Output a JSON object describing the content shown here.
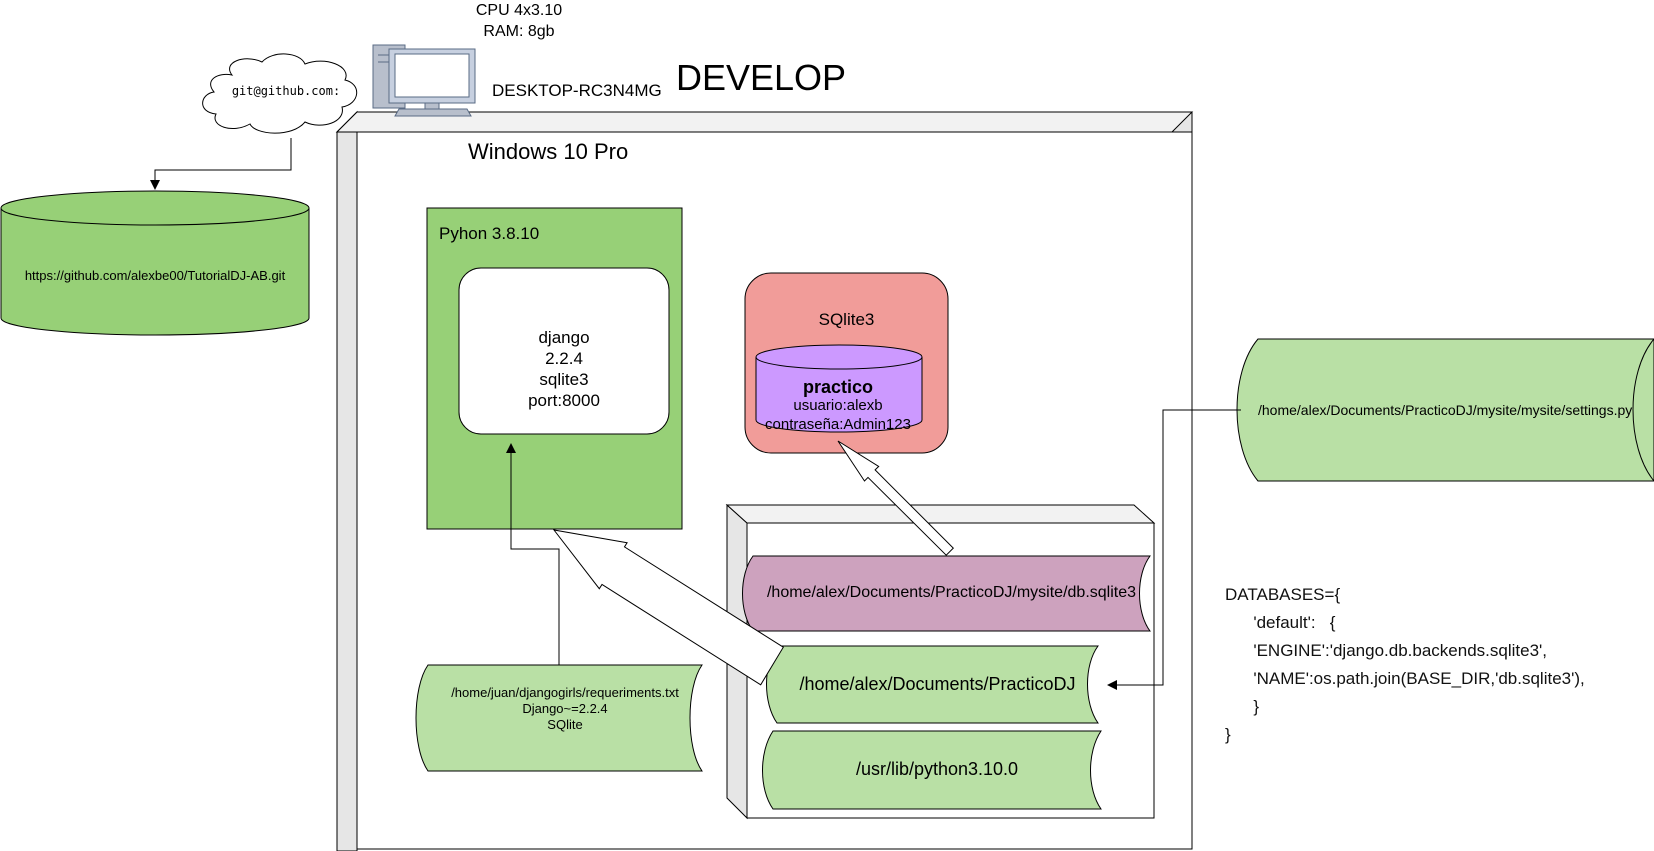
{
  "host": {
    "cpu": "CPU 4x3.10",
    "ram": "RAM: 8gb",
    "hostname": "DESKTOP-RC3N4MG",
    "environment": "DEVELOP",
    "os": "Windows 10 Pro"
  },
  "git": {
    "remote_label": "git@github.com:",
    "repository_url": "https://github.com/alexbe00/TutorialDJ-AB.git"
  },
  "python_env": {
    "title": "Pyhon 3.8.10",
    "packages": [
      "django",
      "2.2.4",
      "sqlite3",
      "port:8000"
    ]
  },
  "database": {
    "engine_label": "SQlite3",
    "name": "practico",
    "user": "usuario:alexb",
    "password": "contraseña:Admin123"
  },
  "requirements": {
    "path": "/home/juan/djangogirls/requeriments.txt",
    "lines": [
      "Django~=2.2.4",
      "SQlite"
    ]
  },
  "filesystem": {
    "db_file": "/home/alex/Documents/PracticoDJ/mysite/db.sqlite3",
    "project_dir": "/home/alex/Documents/PracticoDJ",
    "python_dir": "/usr/lib/python3.10.0"
  },
  "settings": {
    "path": "/home/alex/Documents/PracticoDJ/mysite/mysite/settings.py",
    "code_lines": [
      "DATABASES={",
      "      'default':   {",
      "      'ENGINE':'django.db.backends.sqlite3',",
      "      'NAME':os.path.join(BASE_DIR,'db.sqlite3'),",
      "      }",
      "}"
    ]
  },
  "colors": {
    "green_dark": "#97d077",
    "green_light": "#b9e0a5",
    "red_box": "#f19c99",
    "purple_cylinder": "#cc99ff",
    "mauve_doc": "#cda2be",
    "node_side": "#e6e6e6"
  }
}
